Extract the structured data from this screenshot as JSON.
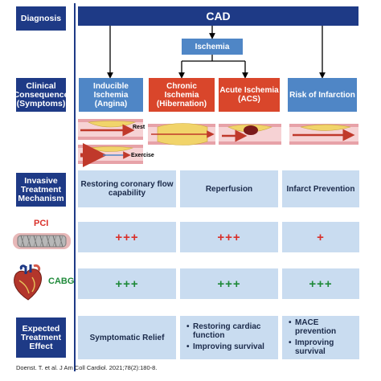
{
  "rows": {
    "diagnosis": "Diagnosis",
    "clinical": "Clinical Consequence (Symptoms)",
    "invasive": "Invasive Treatment Mechanism",
    "pci": "PCI",
    "cabg": "CABG",
    "expected": "Expected Treatment Effect"
  },
  "top": {
    "cad": "CAD",
    "ischemia": "Ischemia"
  },
  "consequences": [
    "Inducible Ischemia (Angina)",
    "Chronic Ischemia (Hibernation)",
    "Acute Ischemia (ACS)",
    "Risk of Infarction"
  ],
  "vessel_labels": {
    "rest": "Rest",
    "exercise": "Exercise"
  },
  "mechanisms": [
    "Restoring coronary flow capability",
    "Reperfusion",
    "Infarct Prevention"
  ],
  "pci_scores": [
    "+++",
    "+++",
    "+"
  ],
  "cabg_scores": [
    "+++",
    "+++",
    "+++"
  ],
  "effects": {
    "col1": "Symptomatic Relief",
    "col2": [
      "Restoring cardiac function",
      "Improving survival"
    ],
    "col3": [
      "MACE prevention",
      "Improving survival"
    ]
  },
  "citation": "Doenst. T. et al. J Am Coll Cardiol. 2021;78(2):180-8.",
  "colors": {
    "navy": "#1e3a86",
    "blue": "#4f86c6",
    "red": "#d9462b",
    "light": "#c9dcf0",
    "plus_red": "#d9302a",
    "plus_green": "#1f8a3a"
  }
}
